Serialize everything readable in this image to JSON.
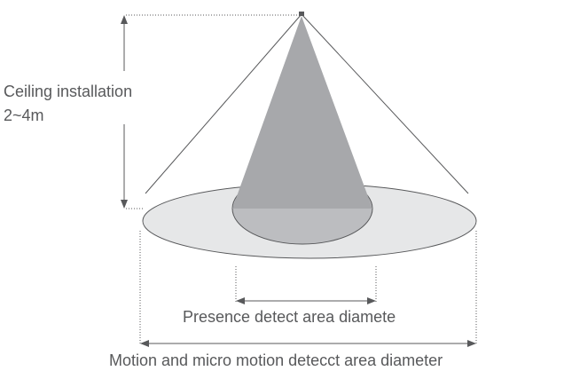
{
  "labels": {
    "height_line1": "Ceiling installation",
    "height_line2": "2~4m",
    "presence": "Presence detect area diamete",
    "motion": "Motion and micro motion detecct area diameter"
  },
  "colors": {
    "outer_area": "#e6e7e8",
    "inner_area": "#bcbdc0",
    "presence_cone": "#a7a8ab",
    "lines": "#58595b"
  }
}
